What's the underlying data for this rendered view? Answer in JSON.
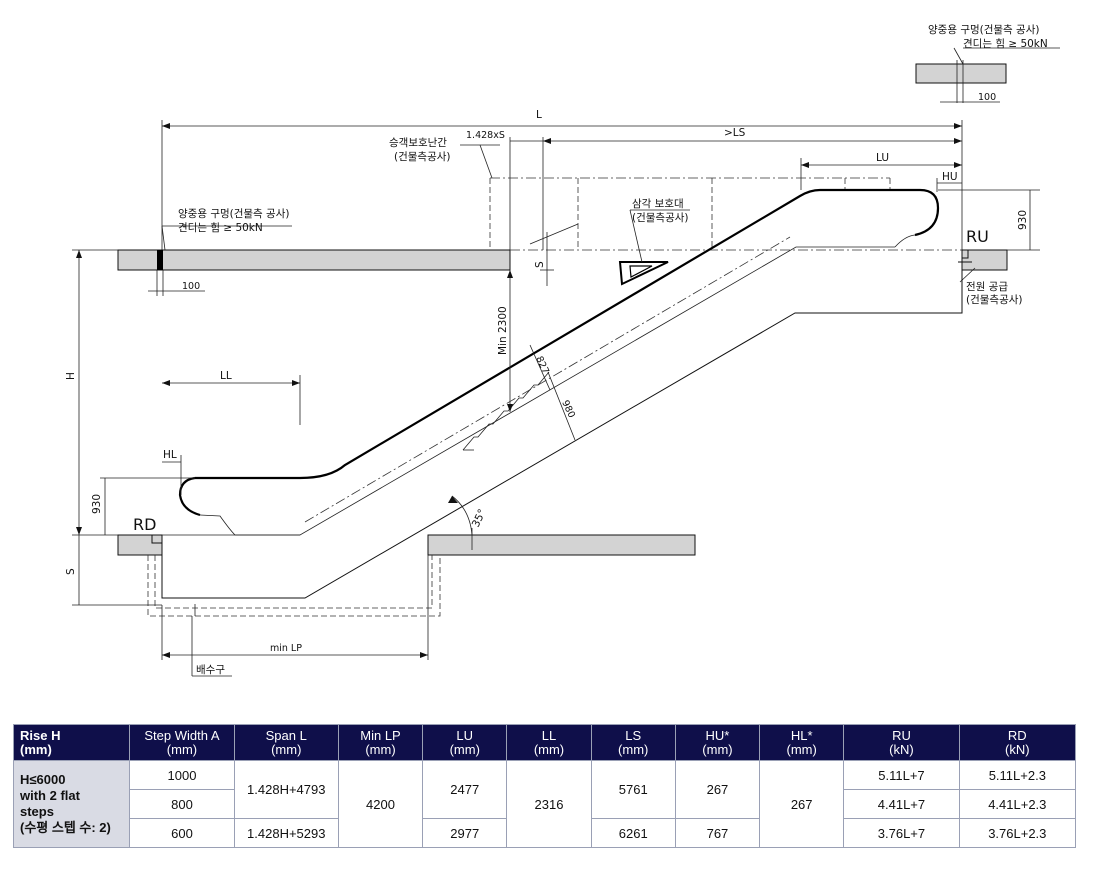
{
  "labels": {
    "top_right_note_1": "양중용 구멍(건물측 공사)",
    "top_right_note_2": "견디는 힘 ≥ 50kN",
    "top_right_dim": "100",
    "L": "L",
    "LS": ">LS",
    "LU": "LU",
    "HU": "HU",
    "formula_S": "1.428xS",
    "handrail_note_1": "승객보호난간",
    "handrail_note_2": "(건물측공사)",
    "left_note_1": "양중용 구멍(건물측 공사)",
    "left_note_2": "견디는 힘 ≥ 50kN",
    "left_dim": "100",
    "triangle_note_1": "삼각 보호대",
    "triangle_note_2": "(건물측공사)",
    "RU": "RU",
    "power_note_1": "전원 공급",
    "power_note_2": "(건물측공사)",
    "dim_930_upper": "930",
    "S_upper": "S",
    "H": "H",
    "LL": "LL",
    "min2300": "Min 2300",
    "d827": "827",
    "d980": "980",
    "HL": "HL",
    "dim_930_lower": "930",
    "RD": "RD",
    "angle": "35°",
    "S_lower": "S",
    "minLP": "min LP",
    "drain": "배수구"
  },
  "table": {
    "headers": [
      [
        "Rise H",
        "(mm)"
      ],
      [
        "Step Width A",
        "(mm)"
      ],
      [
        "Span L",
        "(mm)"
      ],
      [
        "Min LP",
        "(mm)"
      ],
      [
        "LU",
        "(mm)"
      ],
      [
        "LL",
        "(mm)"
      ],
      [
        "LS",
        "(mm)"
      ],
      [
        "HU*",
        "(mm)"
      ],
      [
        "HL*",
        "(mm)"
      ],
      [
        "RU",
        "(kN)"
      ],
      [
        "RD",
        "(kN)"
      ]
    ],
    "row_head": [
      "H≤6000",
      "with 2 flat",
      "steps",
      "(수평 스텝 수: 2)"
    ],
    "step_widths": [
      "1000",
      "800",
      "600"
    ],
    "span_1": "1.428H+4793",
    "span_2": "1.428H+5293",
    "min_lp": "4200",
    "lu_1": "2477",
    "lu_2": "2977",
    "ll": "2316",
    "ls_1": "5761",
    "ls_2": "6261",
    "hu_1": "267",
    "hu_2": "767",
    "hl": "267",
    "ru": [
      "5.11L+7",
      "4.41L+7",
      "3.76L+7"
    ],
    "rd": [
      "5.11L+2.3",
      "4.41L+2.3",
      "3.76L+2.3"
    ]
  }
}
